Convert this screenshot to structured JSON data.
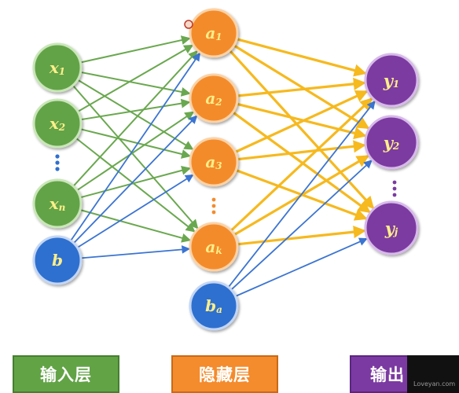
{
  "colors": {
    "input": "#62a346",
    "hidden": "#f48b2c",
    "output": "#7b3aa1",
    "bias": "#2f6fcf",
    "edge_input": "#6aa84f",
    "edge_hidden": "#f6b91e",
    "edge_bias": "#3b74d1",
    "label": "#ffef8a"
  },
  "nodes": {
    "x1": {
      "base": "x",
      "sub": "1"
    },
    "x2": {
      "base": "x",
      "sub": "2"
    },
    "xn": {
      "base": "x",
      "sub": "n"
    },
    "b": {
      "base": "b",
      "sub": ""
    },
    "a1": {
      "base": "a",
      "sub": "1"
    },
    "a2": {
      "base": "a",
      "sub": "2"
    },
    "a3": {
      "base": "a",
      "sub": "3"
    },
    "ak": {
      "base": "a",
      "sub": "k"
    },
    "ba": {
      "base": "b",
      "sub": "a"
    },
    "y1": {
      "base": "y",
      "sub": "1"
    },
    "y2": {
      "base": "y",
      "sub": "2"
    },
    "yj": {
      "base": "y",
      "sub": "j"
    }
  },
  "legend": {
    "input_label": "输入层",
    "hidden_label": "隐藏层",
    "output_label": "输出"
  },
  "watermark": "Loveyan.com"
}
